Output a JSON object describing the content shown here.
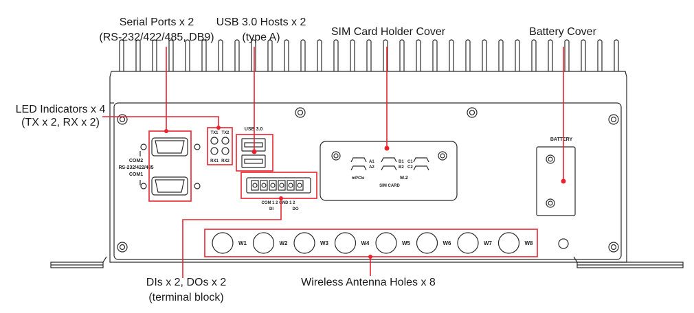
{
  "callouts": {
    "serial_ports": [
      "Serial Ports x 2",
      "(RS-232/422/485, DB9)"
    ],
    "usb_hosts": [
      "USB 3.0 Hosts x 2",
      "(type A)"
    ],
    "sim_cover": [
      "SIM Card Holder Cover"
    ],
    "battery_cover": [
      "Battery Cover"
    ],
    "led_indicators": [
      "LED Indicators x 4",
      "(TX x 2, RX x 2)"
    ],
    "dio": [
      "DIs x 2, DOs x 2",
      "(terminal block)"
    ],
    "antenna_holes": [
      "Wireless Antenna Holes x 8"
    ]
  },
  "panel_labels": {
    "usb": "USB 3.0",
    "battery": "BATTERY",
    "com2": "COM2",
    "com_std": "RS-232/422/485",
    "com1": "COM1",
    "led_tx1": "TX1",
    "led_tx2": "TX2",
    "led_rx1": "RX1",
    "led_rx2": "RX2",
    "sim_card": "SIM CARD",
    "mpcie": "mPCIe",
    "m2": "M.2",
    "slot_a1": "A1",
    "slot_a2": "A2",
    "slot_b1": "B1",
    "slot_b2": "B2",
    "slot_c1": "C1",
    "slot_c2": "C2",
    "terminal_row1": "COM  1  2  GND  1  2",
    "terminal_di": "DI",
    "terminal_do": "DO"
  },
  "antennas": [
    "W1",
    "W2",
    "W3",
    "W4",
    "W5",
    "W6",
    "W7",
    "W8"
  ],
  "colors": {
    "highlight": "#e8232e",
    "outline": "#2a2a2a"
  }
}
